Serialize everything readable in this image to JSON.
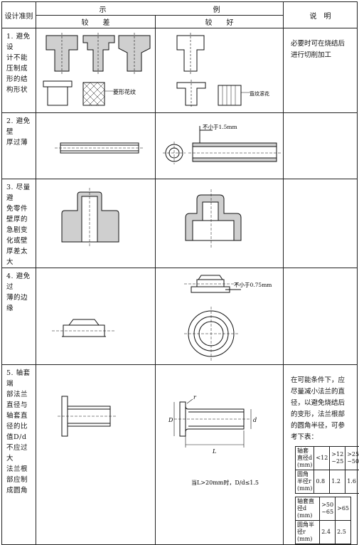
{
  "header": {
    "col_rule": "设计准则",
    "col_example_1": "示",
    "col_example_2": "例",
    "col_bad": "较　　差",
    "col_good": "较　　好",
    "col_note": "说　明"
  },
  "rows": [
    {
      "rule": "1. 避免设\n计不能\n压制成\n形的结\n构形状",
      "note": "必要时可在烧结后进行切削加工",
      "bad_label": "菱形花纹",
      "good_label": "直纹滚花"
    },
    {
      "rule": "2. 避免壁\n厚过薄",
      "note": "",
      "good_label": "不小于1.5mm"
    },
    {
      "rule": "3. 尽量避\n免零件\n壁厚的\n急剧变\n化或壁\n厚差太\n大",
      "note": ""
    },
    {
      "rule": "4. 避免过\n薄的边\n缘",
      "note": "",
      "good_label": "不小于0.75mm"
    },
    {
      "rule": "5. 轴套端\n部法兰\n直径与\n轴套直\n径的比\n值D/d\n不应过\n大\n法兰根\n部应制\n成圆角",
      "note": "在可能条件下，应尽量减小法兰的直径，以避免烧结后的变形，法兰根部的圆角半径，可参考下表：",
      "good_caption": "当L>20mm时，D/d≤1.5",
      "dim_D": "D",
      "dim_d": "d",
      "dim_L": "L",
      "dim_r": "r",
      "table1": {
        "row1_label": "轴套直径d (mm)",
        "row1_vals": [
          "<12",
          ">12 ~25",
          ">25 ~50"
        ],
        "row2_label": "圆角半径r (mm)",
        "row2_vals": [
          "0.8",
          "1.2",
          "1.6"
        ]
      },
      "table2": {
        "row1_label": "轴套直径d (mm)",
        "row1_vals": [
          ">50 ~65",
          ">65"
        ],
        "row2_label": "圆角半径r (mm)",
        "row2_vals": [
          "2.4",
          "2.5"
        ]
      }
    }
  ]
}
